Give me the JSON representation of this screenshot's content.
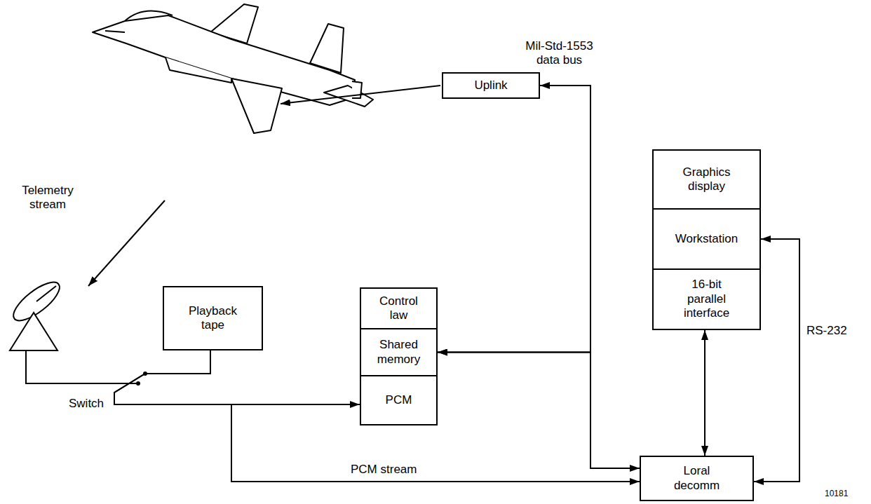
{
  "diagram": {
    "nodes": [
      {
        "text": [
          "Uplink"
        ]
      },
      {
        "text": [
          "Graphics display"
        ]
      },
      {
        "text": [
          "Workstation"
        ]
      },
      {
        "text": [
          "16-bit parallel interface"
        ]
      },
      {
        "text": [
          "Playback tape"
        ]
      },
      {
        "text": [
          "Control law"
        ]
      },
      {
        "text": [
          "Shared memory"
        ]
      },
      {
        "text": [
          "PCM"
        ]
      },
      {
        "text": [
          "Loral decomm"
        ]
      }
    ],
    "edges": [
      {
        "from": 6,
        "to": 0,
        "arrow": "both"
      },
      {
        "from": 6,
        "to": 8,
        "arrow": "both"
      },
      {
        "from": 3,
        "to": 8,
        "arrow": "both"
      },
      {
        "from": 8,
        "to": 2,
        "label": "RS-232",
        "arrow": "both"
      },
      {
        "from": 4,
        "to": 7,
        "arrow": "to"
      },
      {
        "from": 4,
        "to": 8,
        "label": "PCM stream",
        "arrow": "to"
      }
    ],
    "labels": [
      "Telemetry stream",
      "Mil-Std-1553 data bus",
      "Switch",
      "10181"
    ]
  }
}
